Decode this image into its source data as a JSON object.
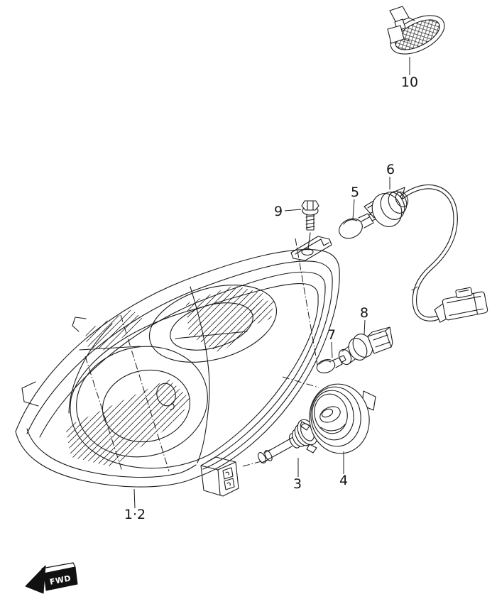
{
  "diagram": {
    "background_color": "#ffffff",
    "line_color": "#1b1b1b"
  },
  "part_labels": [
    "1·2",
    "3",
    "4",
    "5",
    "6",
    "7",
    "8",
    "9",
    "10"
  ],
  "fwd_marker": {
    "label": "FWD"
  }
}
